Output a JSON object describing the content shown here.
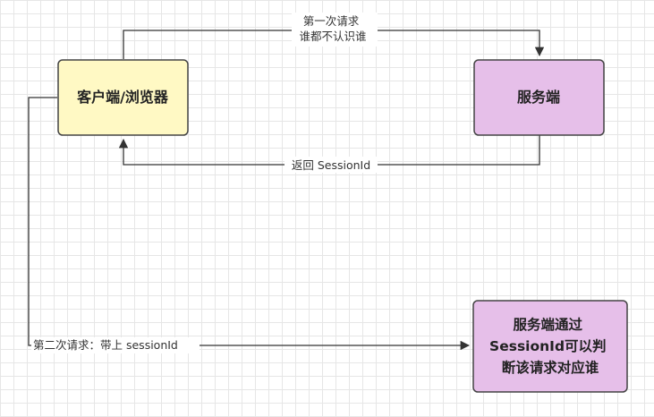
{
  "nodes": {
    "client": {
      "label": "客户端/浏览器",
      "fill": "#fff9c4",
      "stroke": "#444444"
    },
    "server": {
      "label": "服务端",
      "fill": "#e6bfe9",
      "stroke": "#444444"
    },
    "server_check": {
      "lines": [
        "服务端通过",
        "SessionId可以判",
        "断该请求对应谁"
      ],
      "fill": "#e6bfe9",
      "stroke": "#444444"
    }
  },
  "edges": {
    "first_request": {
      "lines": [
        "第一次请求",
        "谁都不认识谁"
      ]
    },
    "return_session": {
      "label": "返回 SessionId"
    },
    "second_request": {
      "label": "第二次请求：带上 sessionId"
    }
  },
  "colors": {
    "edge": "#333333",
    "grid": "#e6e6e6"
  }
}
